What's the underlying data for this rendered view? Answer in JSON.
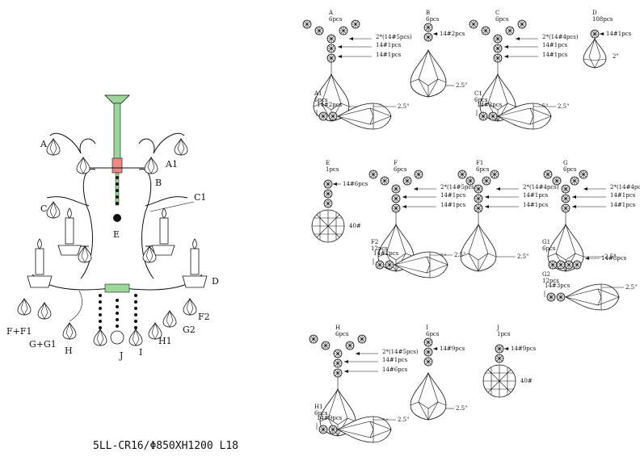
{
  "title": "5LL-CR16/Φ850XH1200 L18",
  "chandelier": {
    "labels": {
      "A": "A",
      "A1": "A1",
      "B": "B",
      "C": "C",
      "C1": "C1",
      "D": "D",
      "E": "E",
      "F2": "F2",
      "FF1": "F+F1",
      "GG1": "G+G1",
      "H": "H",
      "H1": "H1",
      "J": "J",
      "I": "I",
      "G2": "G2"
    }
  },
  "parts": [
    {
      "id": "A",
      "label": "A",
      "qty": "6pcs",
      "notes": [
        "2*(14#5pcs)",
        "14#1pcs",
        "14#1pcs"
      ],
      "size": "2.5\""
    },
    {
      "id": "B",
      "label": "B",
      "qty": "6pcs",
      "notes": [
        "14#2pcs"
      ],
      "size": "2.5\""
    },
    {
      "id": "C",
      "label": "C",
      "qty": "6pcs",
      "notes": [
        "2*(14#4pcs)",
        "14#1pcs",
        "14#1pcs"
      ],
      "size": "2.5\""
    },
    {
      "id": "D",
      "label": "D",
      "qty": "108pcs",
      "notes": [
        "14#1pcs"
      ],
      "size": "2\""
    },
    {
      "id": "A1",
      "label": "A1",
      "qty": "6pcs",
      "notes": [
        "14#2pcs"
      ],
      "size": "2.5\""
    },
    {
      "id": "C1",
      "label": "C1",
      "qty": "6pcs",
      "notes": [
        "14#2pcs"
      ],
      "size": "2.5\""
    },
    {
      "id": "E",
      "label": "E",
      "qty": "1pcs",
      "notes": [
        "14#6pcs"
      ],
      "size": "40#"
    },
    {
      "id": "F",
      "label": "F",
      "qty": "6pcs",
      "notes": [
        "2*(14#5pcs)",
        "14#1pcs",
        "14#1pcs"
      ],
      "size": "2.5\""
    },
    {
      "id": "F1",
      "label": "F1",
      "qty": "6pcs",
      "notes": [
        "2*(14#4pcs)",
        "14#1pcs",
        "14#1pcs"
      ],
      "size": "2.5\""
    },
    {
      "id": "G",
      "label": "G",
      "qty": "6pcs",
      "notes": [
        "2*(14#4pcs)",
        "14#1pcs",
        "14#1pcs"
      ],
      "size": "2.5\""
    },
    {
      "id": "F2",
      "label": "F2",
      "qty": "12pcs",
      "notes": [
        "14#2pcs"
      ],
      "size": "2.5\""
    },
    {
      "id": "G1",
      "label": "G1",
      "qty": "6pcs",
      "notes": [
        "14#8pcs"
      ],
      "size": ""
    },
    {
      "id": "G2",
      "label": "G2",
      "qty": "12pcs",
      "notes": [
        "14#3pcs"
      ],
      "size": "2.5\""
    },
    {
      "id": "H",
      "label": "H",
      "qty": "6pcs",
      "notes": [
        "2*(14#5pcs)",
        "14#1pcs",
        "14#6pcs"
      ],
      "size": "2.5\""
    },
    {
      "id": "I",
      "label": "I",
      "qty": "6pcs",
      "notes": [
        "14#9pcs"
      ],
      "size": "2.5\""
    },
    {
      "id": "J",
      "label": "J",
      "qty": "1pcs",
      "notes": [
        "14#9pcs"
      ],
      "size": "40#"
    },
    {
      "id": "H1",
      "label": "H1",
      "qty": "6pcs",
      "notes": [
        "14#9pcs"
      ],
      "size": "2.5\""
    }
  ]
}
